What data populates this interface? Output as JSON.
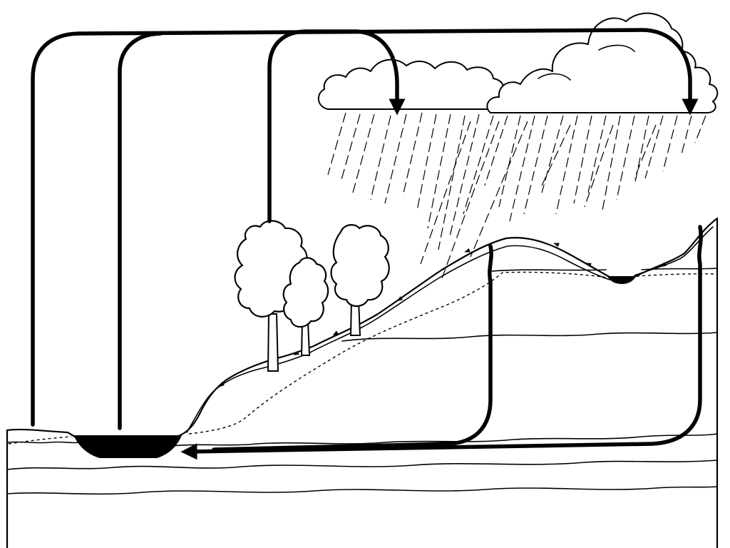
{
  "diagram": {
    "kind": "hydrologic-cycle-illustration",
    "labels": [],
    "colors": {
      "line": "#000000",
      "background": "#ffffff",
      "water": "#000000"
    },
    "elements": {
      "clouds": [
        "cloud-left",
        "cloud-right"
      ],
      "arrows": [
        "evaporation-from-lake",
        "evaporation-from-lake-2",
        "transpiration-from-trees",
        "groundwater-flow-to-lake",
        "deep-groundwater-flow-to-lake"
      ],
      "features": [
        "lake",
        "upland-pond",
        "trees",
        "rain",
        "soil-layers",
        "water-table"
      ]
    }
  }
}
